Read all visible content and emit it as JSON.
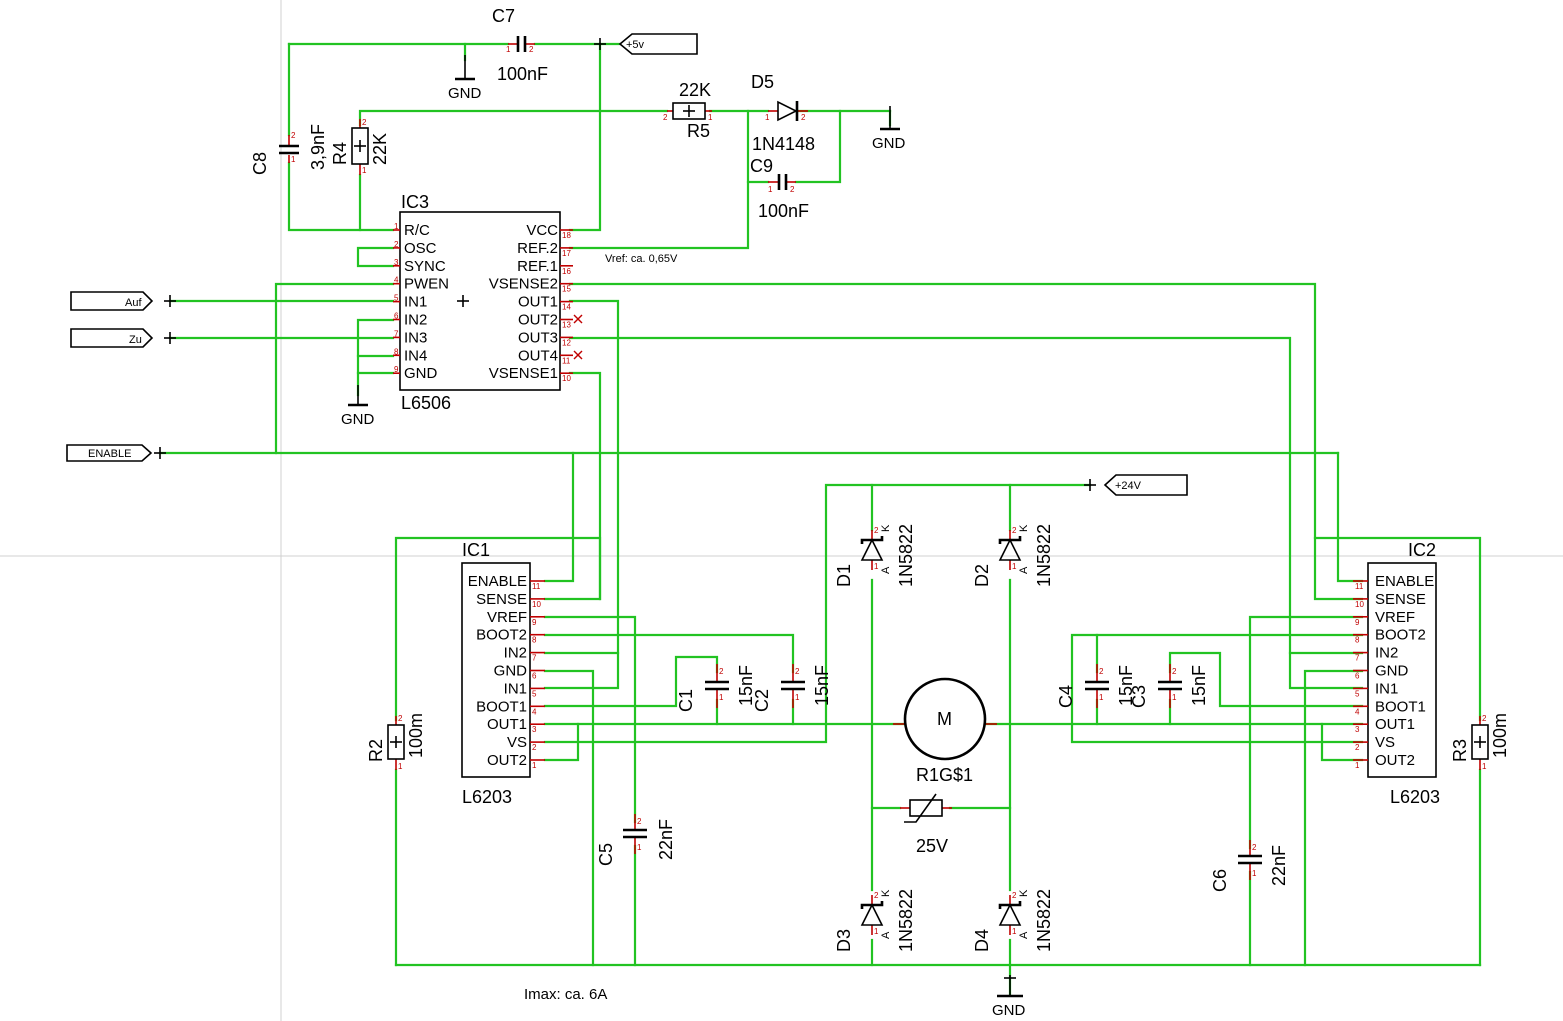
{
  "labels": {
    "c7": "C7",
    "c7_val": "100nF",
    "c8": "C8",
    "c8_val": "3,9nF",
    "r4": "R4",
    "r4_val": "22K",
    "r5": "R5",
    "r5_val": "22K",
    "d5": "D5",
    "d5_val": "1N4148",
    "c9": "C9",
    "c9_val": "100nF",
    "ic3": "IC3",
    "ic3_val": "L6506",
    "ic1": "IC1",
    "ic1_val": "L6203",
    "ic2": "IC2",
    "ic2_val": "L6203",
    "r2": "R2",
    "r2_val": "100m",
    "r3": "R3",
    "r3_val": "100m",
    "c1": "C1",
    "c1_val": "15nF",
    "c2": "C2",
    "c2_val": "15nF",
    "c3": "C3",
    "c3_val": "15nF",
    "c4": "C4",
    "c4_val": "15nF",
    "c5": "C5",
    "c5_val": "22nF",
    "c6": "C6",
    "c6_val": "22nF",
    "d1": "D1",
    "d2": "D2",
    "d3": "D3",
    "d4": "D4",
    "diode_val": "1N5822",
    "motor": "M",
    "motor_name": "R1G$1",
    "varistor_val": "25V",
    "gnd": "GND",
    "vref_note": "Vref: ca. 0,65V",
    "imax_note": "Imax: ca. 6A",
    "k": "K",
    "a": "A"
  },
  "ports": {
    "p5v": "+5v",
    "p24v": "+24V",
    "auf": "Auf",
    "zu": "Zu",
    "enable": "ENABLE"
  },
  "ic3_pins_left": [
    "R/C",
    "OSC",
    "SYNC",
    "PWEN",
    "IN1",
    "IN2",
    "IN3",
    "IN4",
    "GND"
  ],
  "ic3_pins_left_num": [
    "1",
    "2",
    "3",
    "4",
    "5",
    "6",
    "7",
    "8",
    "9"
  ],
  "ic3_pins_right": [
    "VCC",
    "REF.2",
    "REF.1",
    "VSENSE2",
    "OUT1",
    "OUT2",
    "OUT3",
    "OUT4",
    "VSENSE1"
  ],
  "ic3_pins_right_num": [
    "18",
    "17",
    "16",
    "15",
    "14",
    "13",
    "12",
    "11",
    "10"
  ],
  "l6203_pins": [
    "ENABLE",
    "SENSE",
    "VREF",
    "BOOT2",
    "IN2",
    "GND",
    "IN1",
    "BOOT1",
    "OUT1",
    "VS",
    "OUT2"
  ],
  "l6203_pins_num": [
    "11",
    "10",
    "9",
    "8",
    "7",
    "6",
    "5",
    "4",
    "3",
    "2",
    "1"
  ]
}
